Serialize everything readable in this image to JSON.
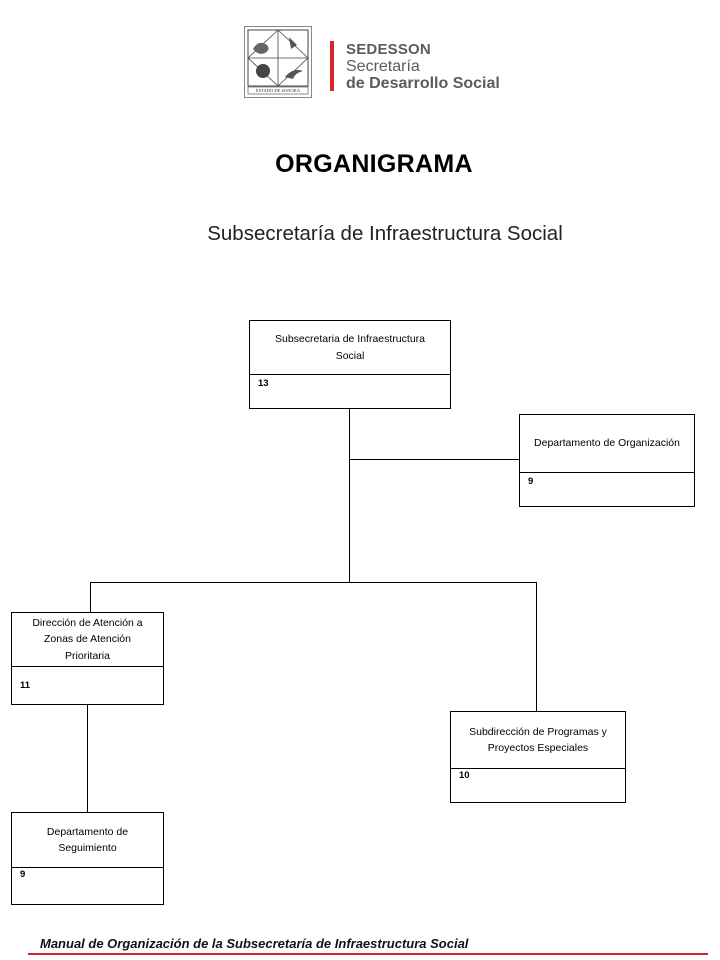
{
  "header": {
    "seal_caption": "ESTADO DE SONORA",
    "brand_acronym": "SEDESSON",
    "brand_line1": "Secretaría",
    "brand_line2": "de Desarrollo Social",
    "accent_color": "#d6262c"
  },
  "title": "ORGANIGRAMA",
  "subtitle": "Subsecretaría de Infraestructura Social",
  "org_chart": {
    "nodes": [
      {
        "id": "subsecretaria",
        "label": "Subsecretaria de Infraestructura Social",
        "level": "13",
        "parent": null
      },
      {
        "id": "depto-organizacion",
        "label": "Departamento de Organización",
        "level": "9",
        "parent": "subsecretaria"
      },
      {
        "id": "direccion-atencion",
        "label": "Dirección de Atención a Zonas de Atención Prioritaria",
        "level": "11",
        "parent": "subsecretaria"
      },
      {
        "id": "subdireccion-programas",
        "label": "Subdirección de Programas y Proyectos Especiales",
        "level": "10",
        "parent": "subsecretaria"
      },
      {
        "id": "depto-seguimiento",
        "label": "Departamento de Seguimiento",
        "level": "9",
        "parent": "direccion-atencion"
      }
    ]
  },
  "footer": {
    "text": "Manual de Organización de la Subsecretaría de Infraestructura Social",
    "rule_color": "#c8282d"
  }
}
